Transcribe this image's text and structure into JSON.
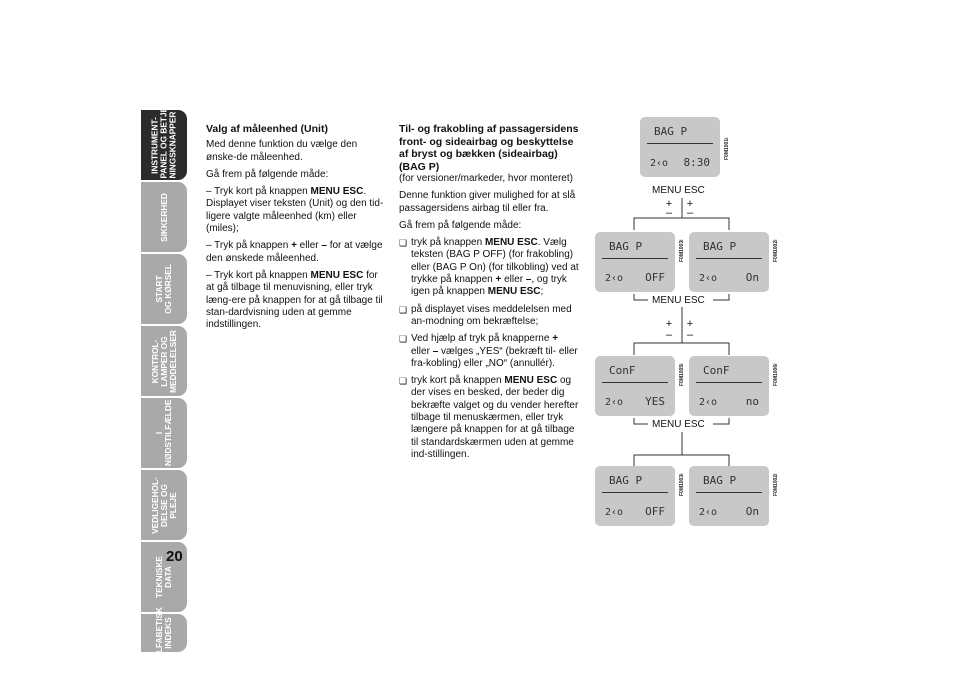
{
  "sidebar": {
    "tabs": [
      {
        "label": "INSTRUMENT-\nPANEL OG BETJE-\nNINGSKNAPPER",
        "active": true
      },
      {
        "label": "SIKKERHED",
        "active": false
      },
      {
        "label": "START\nOG KØRSEL",
        "active": false
      },
      {
        "label": "KONTROL-\nLAMPER OG\nMEDDELELSER",
        "active": false
      },
      {
        "label": "I\nNØDSTILFÆLDE",
        "active": false
      },
      {
        "label": "VEDLIGEHOL-\nDELSE OG\nPLEJE",
        "active": false
      },
      {
        "label": "TEKNISKE\nDATA",
        "active": false
      },
      {
        "label": "ALFABETISK\nINDEKS",
        "active": false
      }
    ],
    "page_number": "20"
  },
  "left_column": {
    "heading": "Valg af måleenhed (Unit)",
    "p1": "Med denne funktion du vælge den ønske-de måleenhed.",
    "p2": "Gå frem på følgende måde:",
    "p3_a": "– Tryk kort på knappen ",
    "p3_b": "MENU ESC",
    "p3_c": ". Displayet viser teksten (Unit) og den tid-ligere valgte måleenhed (km) eller (miles);",
    "p4_a": "– Tryk på knappen ",
    "p4_b": "+",
    "p4_c": " eller ",
    "p4_d": "–",
    "p4_e": " for at vælge den ønskede måleenhed.",
    "p5_a": "– Tryk kort på knappen ",
    "p5_b": "MENU ESC",
    "p5_c": " for at gå tilbage til menuvisning, eller tryk læng-ere på knappen for at gå tilbage til stan-dardvisning uden at gemme indstillingen."
  },
  "middle_column": {
    "heading": "Til- og frakobling af passagersidens front- og sideairbag og beskyttelse af bryst og bækken (sideairbag) (BAG P)",
    "sub": "(for versioner/markeder, hvor monteret)",
    "p1": "Denne funktion giver mulighed for at slå passagersidens airbag til eller fra.",
    "p2": "Gå frem på følgende måde:",
    "b1_a": "tryk på knappen ",
    "b1_b": "MENU ESC",
    "b1_c": ". Vælg teksten (BAG P OFF) (for frakobling) eller (BAG P On) (for tilkobling) ved at trykke på knappen ",
    "b1_d": "+",
    "b1_e": " eller ",
    "b1_f": "–",
    "b1_g": ", og tryk igen på knappen ",
    "b1_h": "MENU ESC",
    "b1_i": ";",
    "b2": "på displayet vises meddelelsen med an-modning om bekræftelse;",
    "b3_a": "Ved hjælp af tryk på knapperne ",
    "b3_b": "+",
    "b3_c": " eller ",
    "b3_d": "–",
    "b3_e": " vælges „YES“ (bekræft til- eller fra-kobling) eller „NO“ (annullér).",
    "b4_a": "tryk kort på knappen ",
    "b4_b": "MENU ESC",
    "b4_c": " og der vises en besked, der beder dig bekræfte valget og du vender herefter tilbage til menuskærmen, eller tryk længere på knappen for at gå tilbage til standardskærmen uden at gemme ind-stillingen."
  },
  "diagram": {
    "menu_esc": "MENU ESC",
    "plus": "+",
    "minus": "–",
    "displays": [
      {
        "top": "BAG P",
        "bottom_left": "2‹o",
        "bottom_right": "8:30",
        "code": "F0M1001i"
      },
      {
        "top": "BAG P",
        "bottom_left": "2‹o",
        "bottom_right": "OFF",
        "code": "F0M1003i"
      },
      {
        "top": "BAG P",
        "bottom_left": "2‹o",
        "bottom_right": "On",
        "code": "F0M1002i"
      },
      {
        "top": "ConF",
        "bottom_left": "2‹o",
        "bottom_right": "YES",
        "code": "F0M1005i"
      },
      {
        "top": "ConF",
        "bottom_left": "2‹o",
        "bottom_right": "no",
        "code": "F0M1006i"
      },
      {
        "top": "BAG P",
        "bottom_left": "2‹o",
        "bottom_right": "OFF",
        "code": "F0M1003i"
      },
      {
        "top": "BAG P",
        "bottom_left": "2‹o",
        "bottom_right": "On",
        "code": "F0M1002i"
      }
    ]
  }
}
